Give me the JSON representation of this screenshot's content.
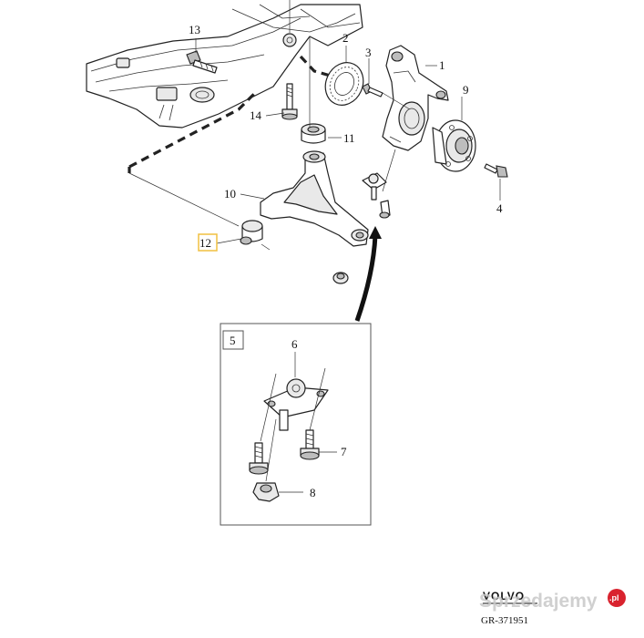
{
  "callouts": {
    "c1": "1",
    "c2": "2",
    "c3": "3",
    "c4": "4",
    "c5": "5",
    "c6": "6",
    "c7": "7",
    "c8": "8",
    "c9": "9",
    "c10": "10",
    "c11": "11",
    "c12": "12",
    "c13": "13",
    "c14": "14"
  },
  "footer": {
    "brand": "VOLVO",
    "ref_code": "GR-371951"
  },
  "watermark": {
    "text": "Sprzedajemy",
    "suffix": ".pl"
  },
  "colors": {
    "line": "#222222",
    "highlight_box": "#f0c040",
    "watermark_badge": "#d9232e"
  }
}
